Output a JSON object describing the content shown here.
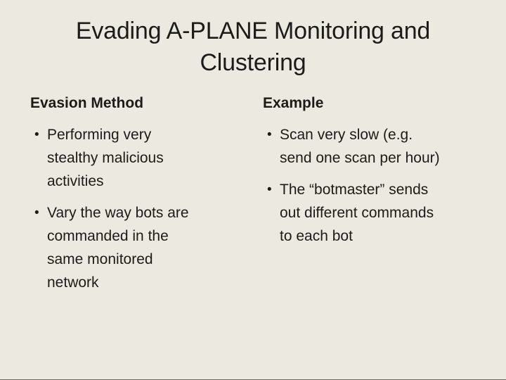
{
  "slide": {
    "title": "Evading A-PLANE Monitoring and Clustering",
    "bullet_char": "•",
    "columns": [
      {
        "heading": "Evasion Method",
        "bullets": [
          "Performing very stealthy malicious activities",
          "Vary the way bots are commanded in the same monitored network"
        ]
      },
      {
        "heading": "Example",
        "bullets": [
          "Scan very slow (e.g. send one scan per hour)",
          "The “botmaster” sends out different commands to each bot"
        ]
      }
    ],
    "colors": {
      "background": "#ECEAE0",
      "text": "#1B1B19",
      "bottom_edge": "#6E6C62"
    }
  }
}
